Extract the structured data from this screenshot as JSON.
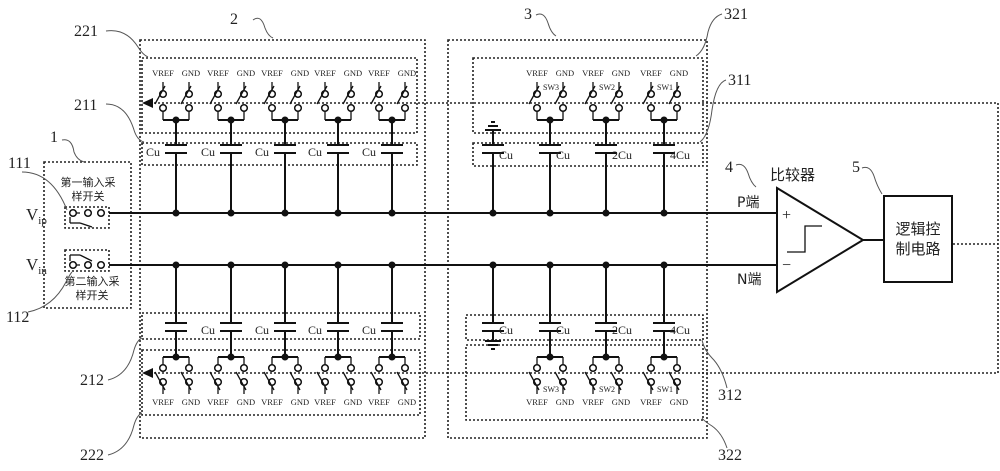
{
  "labels": {
    "block_1": "1",
    "block_2": "2",
    "block_3": "3",
    "block_4": "4",
    "block_5": "5",
    "ref_111": "111",
    "ref_112": "112",
    "ref_211": "211",
    "ref_212": "212",
    "ref_221": "221",
    "ref_222": "222",
    "ref_311": "311",
    "ref_312": "312",
    "ref_321": "321",
    "ref_322": "322"
  },
  "inputs": {
    "vip": "V",
    "vip_sub": "ip",
    "vin": "V",
    "vin_sub": "in"
  },
  "switch_1_label": [
    "第一输入采",
    "样开关"
  ],
  "switch_2_label": [
    "第二输入采",
    "样开关"
  ],
  "comparator": {
    "title": "比较器",
    "p_port": "P端",
    "n_port": "N端",
    "plus": "+",
    "minus": "−"
  },
  "logic": {
    "lines": [
      "逻辑控",
      "制电路"
    ]
  },
  "vref": "VREF",
  "gnd": "GND",
  "unit_caps": [
    "Cu",
    "Cu",
    "Cu",
    "Cu",
    "Cu"
  ],
  "binary_caps": [
    "Cu",
    "Cu",
    "2Cu",
    "4Cu"
  ],
  "binary_switches": [
    "SW3",
    "SW2",
    "SW1"
  ]
}
